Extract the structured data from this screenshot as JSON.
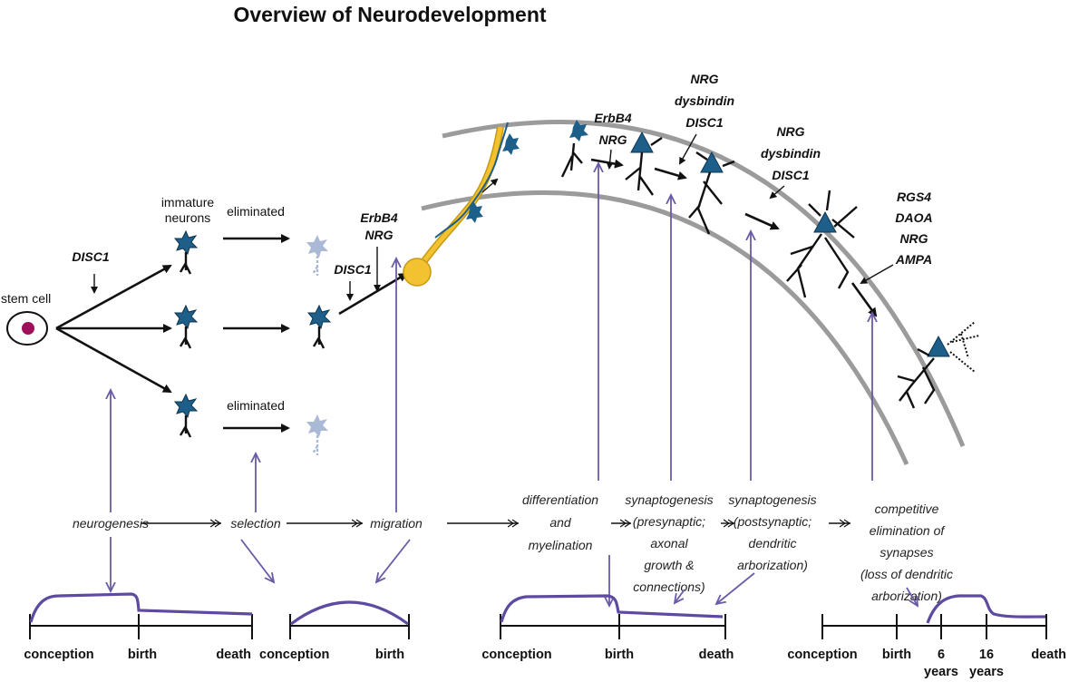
{
  "title": "Overview of Neurodevelopment",
  "labels": {
    "stem_cell": "stem cell",
    "immature_neurons": [
      "immature",
      "neurons"
    ],
    "eliminated_top": "eliminated",
    "eliminated_bottom": "eliminated"
  },
  "genes": {
    "disc1_a": "DISC1",
    "disc1_b": "DISC1",
    "erbb4_nrg_a": [
      "ErbB4",
      "NRG"
    ],
    "erbb4_nrg_b": [
      "ErbB4",
      "NRG"
    ],
    "nrg_dys_disc1_a": [
      "NRG",
      "dysbindin",
      "DISC1"
    ],
    "nrg_dys_disc1_b": [
      "NRG",
      "dysbindin",
      "DISC1"
    ],
    "rgs4_group": [
      "RGS4",
      "DAOA",
      "NRG",
      "AMPA"
    ]
  },
  "processes": [
    {
      "lines": [
        "neurogenesis"
      ]
    },
    {
      "lines": [
        "selection"
      ]
    },
    {
      "lines": [
        "migration"
      ]
    },
    {
      "lines": [
        "differentiation",
        "and",
        "myelination"
      ]
    },
    {
      "lines": [
        "synaptogenesis",
        "(presynaptic;",
        "axonal",
        "growth &",
        "connections)"
      ]
    },
    {
      "lines": [
        "synaptogenesis",
        "(postsynaptic;",
        "dendritic",
        "arborization)"
      ]
    },
    {
      "lines": [
        "competitive",
        "elimination of",
        "synapses",
        "(loss of dendritic",
        "arborization)"
      ]
    }
  ],
  "timelines": [
    {
      "labels": [
        "conception",
        "birth",
        "death"
      ]
    },
    {
      "labels": [
        "conception",
        "birth"
      ]
    },
    {
      "labels": [
        "conception",
        "birth",
        "death"
      ]
    },
    {
      "labels": [
        "conception",
        "birth",
        "6",
        "16",
        "death"
      ],
      "sublabels": [
        "years",
        "years"
      ]
    }
  ],
  "colors": {
    "neuron": "#1e5f8a",
    "eliminated_neuron": "#a9b9d6",
    "migrating_cell": "#f2c230",
    "timeline_curve": "#5e4aa0",
    "stem_nucleus": "#a0105a"
  }
}
